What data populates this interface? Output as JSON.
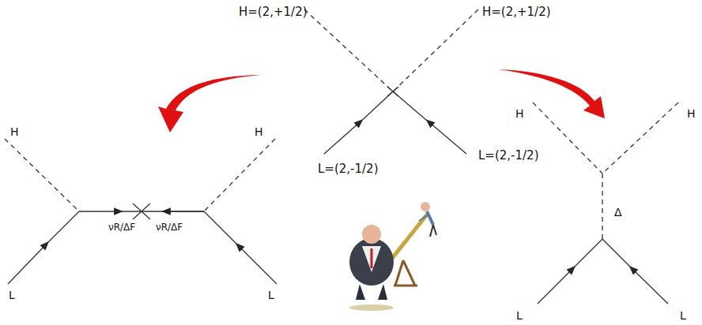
{
  "diagram": {
    "labels": [
      "H=(2,+1/2)",
      "H=(2,+1/2)",
      "L=(2,-1/2)",
      "L=(2,-1/2)",
      "H",
      "H",
      "νR/ΔF",
      "νR/ΔF",
      "L",
      "L",
      "H",
      "H",
      "Δ",
      "L",
      "L"
    ]
  }
}
